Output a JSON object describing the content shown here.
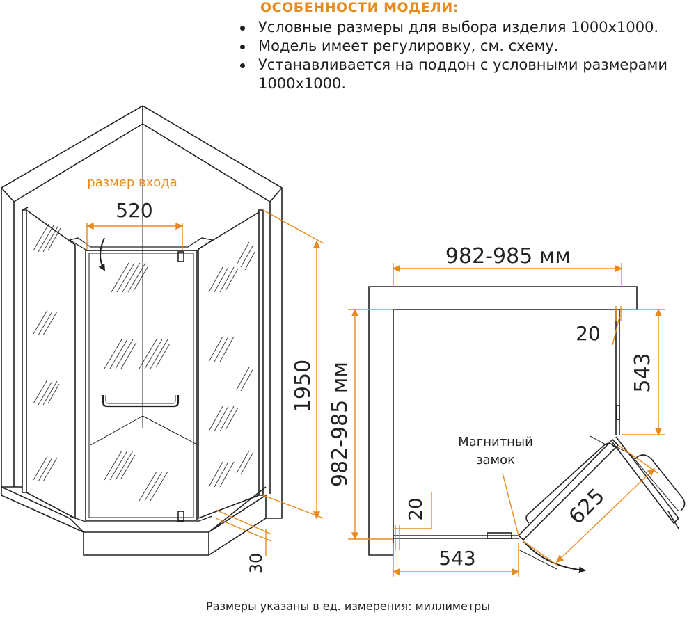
{
  "features": {
    "title": "ОСОБЕННОСТИ МОДЕЛИ:",
    "items": [
      {
        "text": "Условные размеры для выбора изделия 1000х1000."
      },
      {
        "text": "Модель имеет регулировку, см. схему."
      },
      {
        "text": "Устанавливается на поддон с условными размерами 1000х1000."
      }
    ]
  },
  "perspective_view": {
    "entrance_caption": "размер входа",
    "entrance_width": "520",
    "height": "1950",
    "tray_height": "30"
  },
  "plan_view": {
    "top_width": "982-985 мм",
    "left_depth": "982-985 мм",
    "offset_top": "20",
    "offset_bottom": "20",
    "right_side": "543",
    "bottom_side": "543",
    "door_diagonal": "625",
    "magnet_caption": "Магнитный\nзамок",
    "magnet_line1": "Магнитный",
    "magnet_line2": "замок"
  },
  "footer": "Размеры указаны в ед. измерения: миллиметры",
  "colors": {
    "accent": "#e88b1e",
    "lines": "#222222",
    "tray_fill": "#ffffff"
  }
}
